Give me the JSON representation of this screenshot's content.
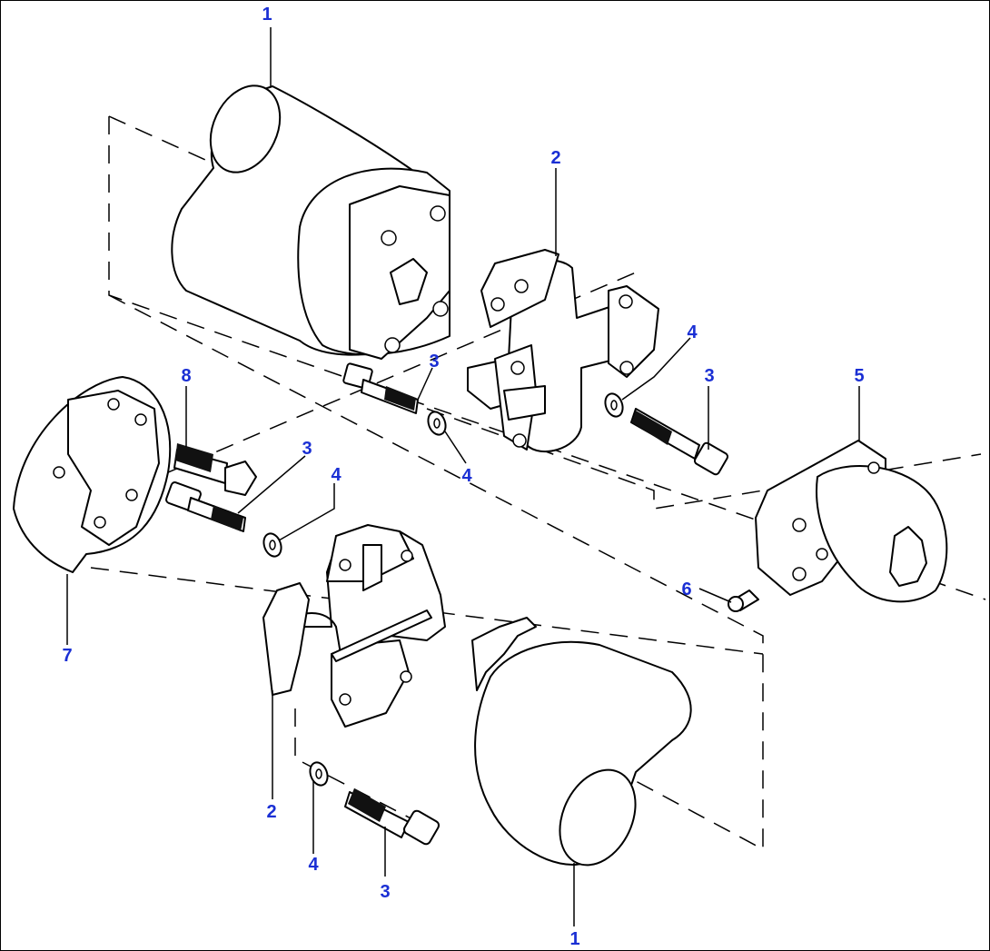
{
  "callouts": {
    "c1_top": "1",
    "c2_top": "2",
    "c3_a": "3",
    "c4_a": "4",
    "c4_b": "4",
    "c3_b": "3",
    "c5": "5",
    "c8": "8",
    "c3_c": "3",
    "c4_c": "4",
    "c6": "6",
    "c7": "7",
    "c2_bottom": "2",
    "c4_d": "4",
    "c3_d": "3",
    "c1_bottom": "1"
  }
}
